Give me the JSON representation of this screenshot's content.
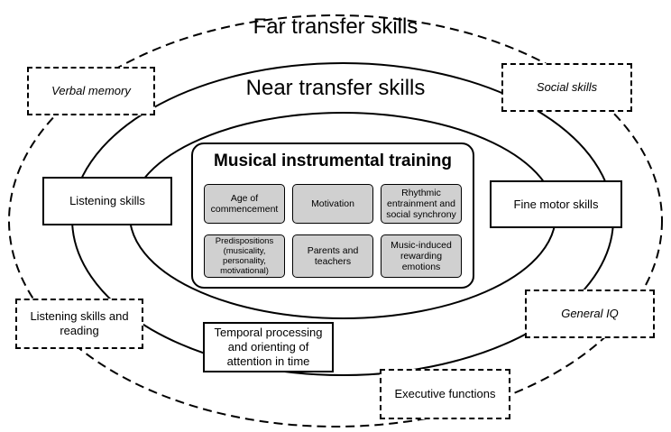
{
  "titles": {
    "far": "Far transfer skills",
    "near": "Near transfer skills"
  },
  "core": {
    "title": "Musical instrumental training",
    "factors": [
      "Age of commencement",
      "Motivation",
      "Rhythmic entrainment and social synchrony",
      "Predispositions (musicality, personality, motivational)",
      "Parents and teachers",
      "Music-induced rewarding emotions"
    ]
  },
  "near_skills": {
    "listening": "Listening skills",
    "fine_motor": "Fine motor skills",
    "temporal": "Temporal processing and orienting of attention in time"
  },
  "far_skills": {
    "verbal_memory": "Verbal memory",
    "social": "Social skills",
    "listening_reading": "Listening skills and reading",
    "general_iq": "General IQ",
    "executive": "Executive functions"
  }
}
